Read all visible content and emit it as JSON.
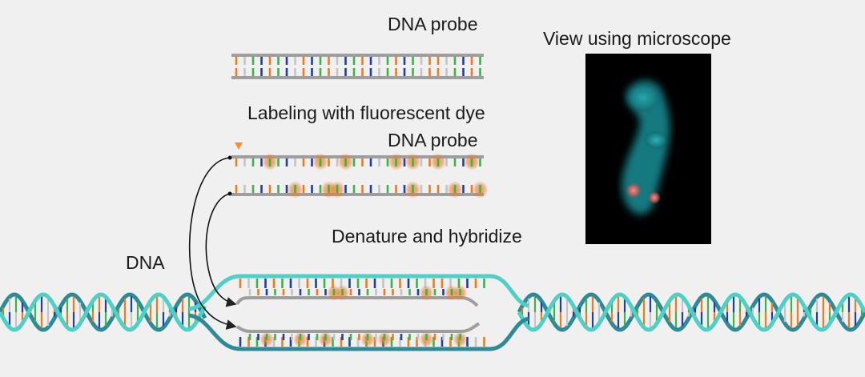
{
  "labels": {
    "probe_top": "DNA probe",
    "labeling_step": "Labeling with fluorescent dye",
    "probe_labeled": "DNA probe",
    "hybridize_step": "Denature and hybridize",
    "dna": "DNA",
    "microscope": "View using microscope"
  },
  "colors": {
    "background": "#f0f0f0",
    "backbone": "#9e9e9e",
    "helix_front": "#4fcfc6",
    "helix_back": "#2e8a97",
    "base_orange": "#f07a1a",
    "base_green": "#3cb34a",
    "base_blue": "#1f3fa0",
    "base_gray": "#c4c4c4",
    "fluor_glow": "#e8a040",
    "arrow_orange": "#f0903a",
    "cell_cyan": "#1d8f95",
    "fish_signal": "#ff6a6a"
  },
  "base_pattern": [
    "orange",
    "gray",
    "green",
    "blue",
    "orange",
    "green",
    "blue",
    "gray",
    "orange",
    "blue",
    "green",
    "orange",
    "gray",
    "blue",
    "green",
    "orange",
    "blue",
    "gray",
    "green",
    "orange",
    "blue",
    "green",
    "gray",
    "orange"
  ]
}
